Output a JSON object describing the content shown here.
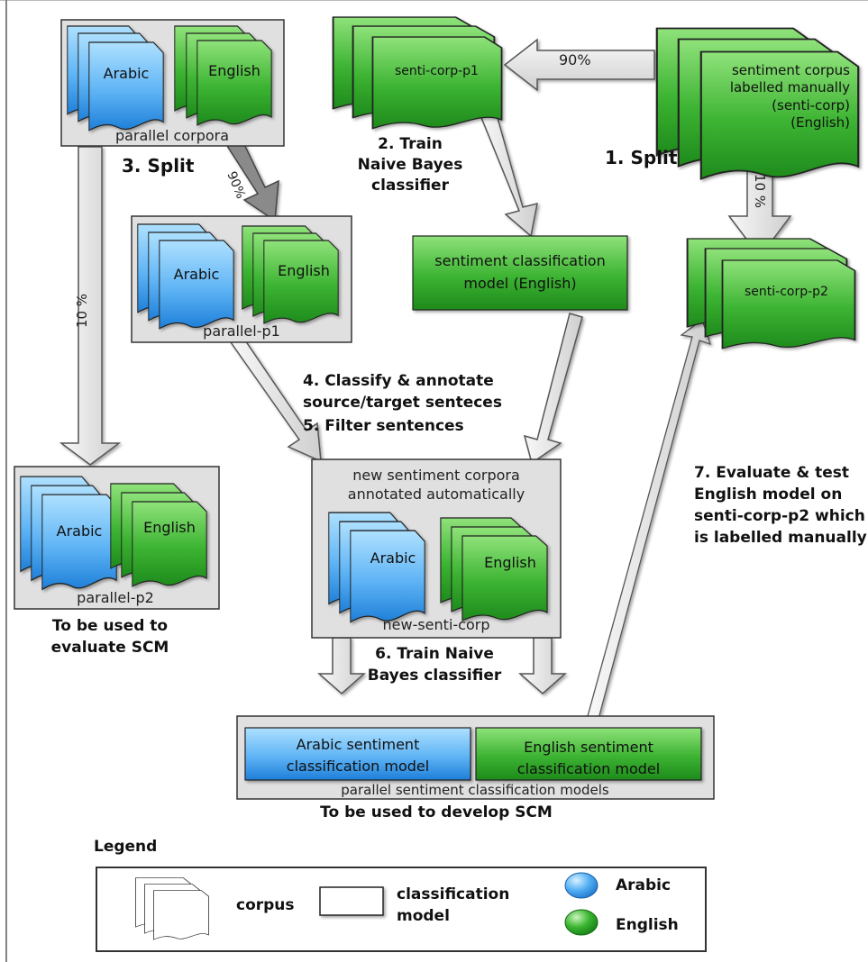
{
  "header_text": "",
  "steps": {
    "split_1": "1. Split",
    "train_2_line1": "2. Train",
    "train_2_line2": "Naive Bayes",
    "train_2_line3": "classifier",
    "split_3": "3. Split",
    "classify_4_line1": "4. Classify & annotate",
    "classify_4_line2": "source/target senteces",
    "filter_5": "5. Filter sentences",
    "train_6_line1": "6. Train Naive",
    "train_6_line2": "Bayes classifier",
    "eval_7_line1": "7. Evaluate & test",
    "eval_7_line2": "English model on",
    "eval_7_line3": "senti-corp-p2 which",
    "eval_7_line4": "is labelled manually"
  },
  "percents": {
    "ninety_top": "90%",
    "ten_right": "10 %",
    "ninety_rot": "90%",
    "ten_left": "10 %"
  },
  "senti_corp": {
    "line1": "sentiment corpus",
    "line2": "labelled  manually",
    "line3": "(senti-corp)",
    "line4": "(English)"
  },
  "senti_corp_p1": "senti-corp-p1",
  "senti_corp_p2": "senti-corp-p2",
  "parallel_corpora": {
    "arabic": "Arabic",
    "english": "English",
    "caption": "parallel corpora"
  },
  "parallel_p1": {
    "arabic": "Arabic",
    "english": "English",
    "caption": "parallel-p1"
  },
  "parallel_p2": {
    "arabic": "Arabic",
    "english": "English",
    "caption": "parallel-p2",
    "note_line1": "To be used to",
    "note_line2": "evaluate SCM"
  },
  "model_english": {
    "line1": "sentiment classification",
    "line2": "model (English)"
  },
  "new_senti": {
    "title_line1": "new sentiment corpora",
    "title_line2": "annotated automatically",
    "arabic": "Arabic",
    "english": "English",
    "caption": "new-senti-corp"
  },
  "models": {
    "arabic_line1": "Arabic sentiment",
    "arabic_line2": "classification model",
    "english_line1": "English sentiment",
    "english_line2": "classification model",
    "caption": "parallel sentiment classification models",
    "note": "To be used to develop SCM"
  },
  "legend": {
    "title": "Legend",
    "corpus": "corpus",
    "model_line1": "classification",
    "model_line2": "model",
    "arabic": "Arabic",
    "english": "English"
  },
  "colors": {
    "green_light": "#7fdd6a",
    "green_dark": "#1e8a1c",
    "blue_light": "#8fd0ff",
    "blue_dark": "#1e7fd8",
    "panel_fill": "#e2e2e2",
    "arrow_fill": "#ececec"
  }
}
